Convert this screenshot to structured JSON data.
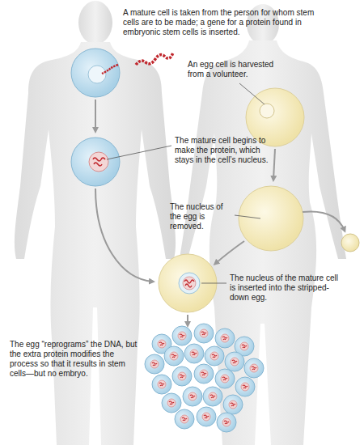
{
  "diagram": {
    "labels": [
      "A mature cell is taken from the person for whom stem cells are to be made; a gene for a protein found in embryonic stem cells is inserted.",
      "An egg cell is harvested from a volunteer.",
      "The mature cell begins to make the protein, which stays in the cell’s nucleus.",
      "The nucleus of the egg is removed.",
      "The nucleus of the mature cell is inserted into the stripped-down egg.",
      "The egg “reprograms” the DNA, but the extra protein modifies the process so that it results in stem cells—but no embryo."
    ]
  }
}
